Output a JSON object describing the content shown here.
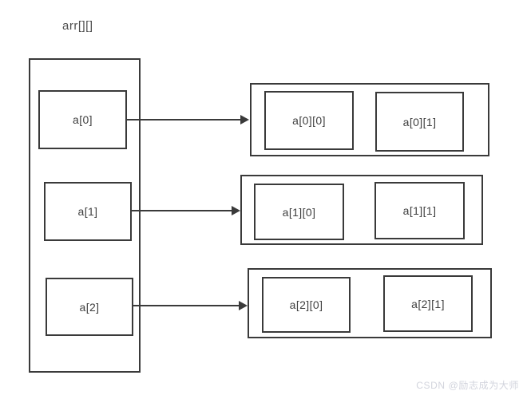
{
  "diagram": {
    "title_label": "arr[][]",
    "outer_array": {
      "name": "outer-array-container",
      "cells": [
        {
          "label": "a[0]"
        },
        {
          "label": "a[1]"
        },
        {
          "label": "a[2]"
        }
      ]
    },
    "rows": [
      {
        "name": "row-0",
        "cells": [
          {
            "label": "a[0][0]"
          },
          {
            "label": "a[0][1]"
          }
        ]
      },
      {
        "name": "row-1",
        "cells": [
          {
            "label": "a[1][0]"
          },
          {
            "label": "a[1][1]"
          }
        ]
      },
      {
        "name": "row-2",
        "cells": [
          {
            "label": "a[2][0]"
          },
          {
            "label": "a[2][1]"
          }
        ]
      }
    ],
    "arrows": [
      {
        "name": "arrow-a0"
      },
      {
        "name": "arrow-a1"
      },
      {
        "name": "arrow-a2"
      }
    ],
    "colors": {
      "stroke": "#3a3a3a",
      "text": "#3f3f3f",
      "background": "#ffffff",
      "watermark": "#d2d4dd"
    }
  },
  "watermark": {
    "text": "CSDN @励志成为大师"
  }
}
